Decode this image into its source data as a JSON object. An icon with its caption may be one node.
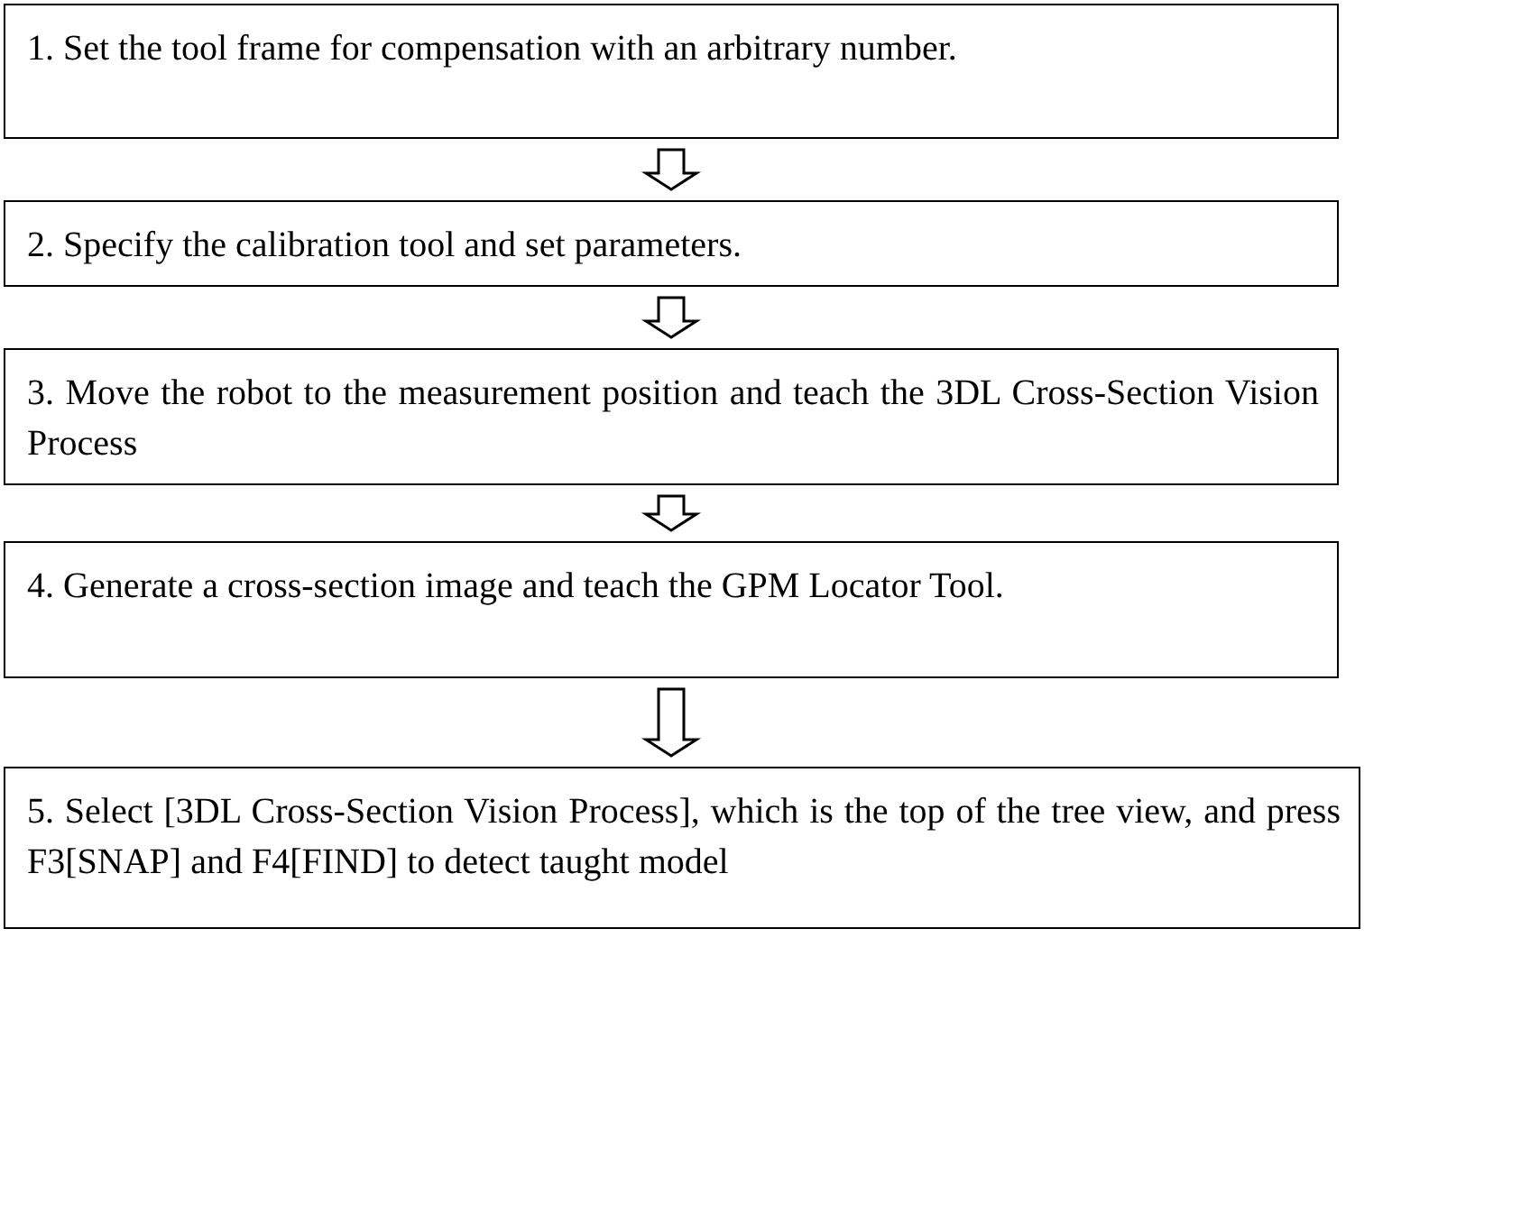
{
  "diagram": {
    "nodes": [
      {
        "text": [
          "1.  Set the tool frame for compensation with an arbitrary number."
        ]
      },
      {
        "text": [
          "2.  Specify the calibration tool and set parameters."
        ]
      },
      {
        "text": [
          "3.  Move the robot to the measurement position and teach the 3DL Cross-Section Vision Process"
        ]
      },
      {
        "text": [
          "4.   Generate a cross-section image and teach the GPM Locator Tool."
        ]
      },
      {
        "text": [
          "5.  Select [3DL Cross-Section Vision Process], which is the top of the tree view, and press F3[SNAP] and F4[FIND] to detect taught model"
        ]
      }
    ],
    "edges": [
      {
        "from": 0,
        "to": 1,
        "arrow": "to"
      },
      {
        "from": 1,
        "to": 2,
        "arrow": "to"
      },
      {
        "from": 2,
        "to": 3,
        "arrow": "to"
      },
      {
        "from": 3,
        "to": 4,
        "arrow": "to"
      }
    ]
  }
}
